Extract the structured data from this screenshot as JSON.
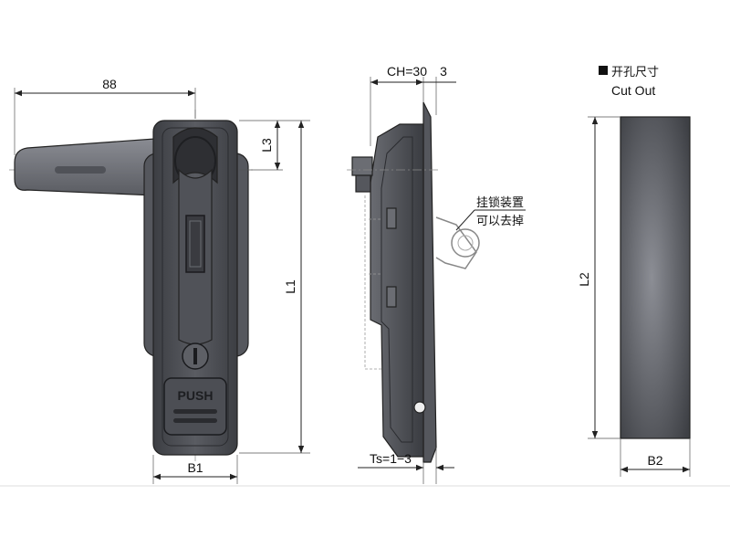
{
  "labels": {
    "dim_88": "88",
    "dim_L3": "L3",
    "dim_L1": "L1",
    "dim_B1": "B1",
    "dim_CH": "CH=30",
    "dim_3": "3",
    "dim_Ts": "Ts=1−3",
    "padlock_line1": "挂锁装置",
    "padlock_line2": "可以去掉",
    "push": "PUSH",
    "cutout_cn": "开孔尺寸",
    "cutout_en": "Cut Out",
    "dim_L2": "L2",
    "dim_B2": "B2"
  },
  "colors": {
    "body_fill": "#4a4c52",
    "body_dark": "#3a3c41",
    "handle_fill": "#6e7077",
    "cutout_light": "#7d7f86",
    "cutout_dark": "#45474c"
  }
}
